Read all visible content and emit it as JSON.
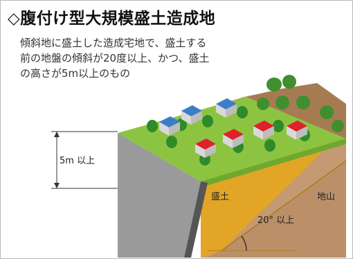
{
  "title": "◇腹付け型大規模盛土造成地",
  "description": {
    "line1": "傾斜地に盛土した造成宅地で、盛土する",
    "line2": "前の地盤の傾斜が20度以上、かつ、盛土",
    "line3": "の高さが5m以上のもの"
  },
  "diagram": {
    "height_label": "5m 以上",
    "fill_label": "盛土",
    "ground_label": "地山",
    "angle_label": "20° 以上"
  },
  "colors": {
    "fill": "#e2a525",
    "ground": "#c49a72",
    "grass": "#8cc441",
    "wall": "#9a9a9a",
    "roof_blue": "#3d7cc9",
    "roof_red": "#e0202a"
  }
}
